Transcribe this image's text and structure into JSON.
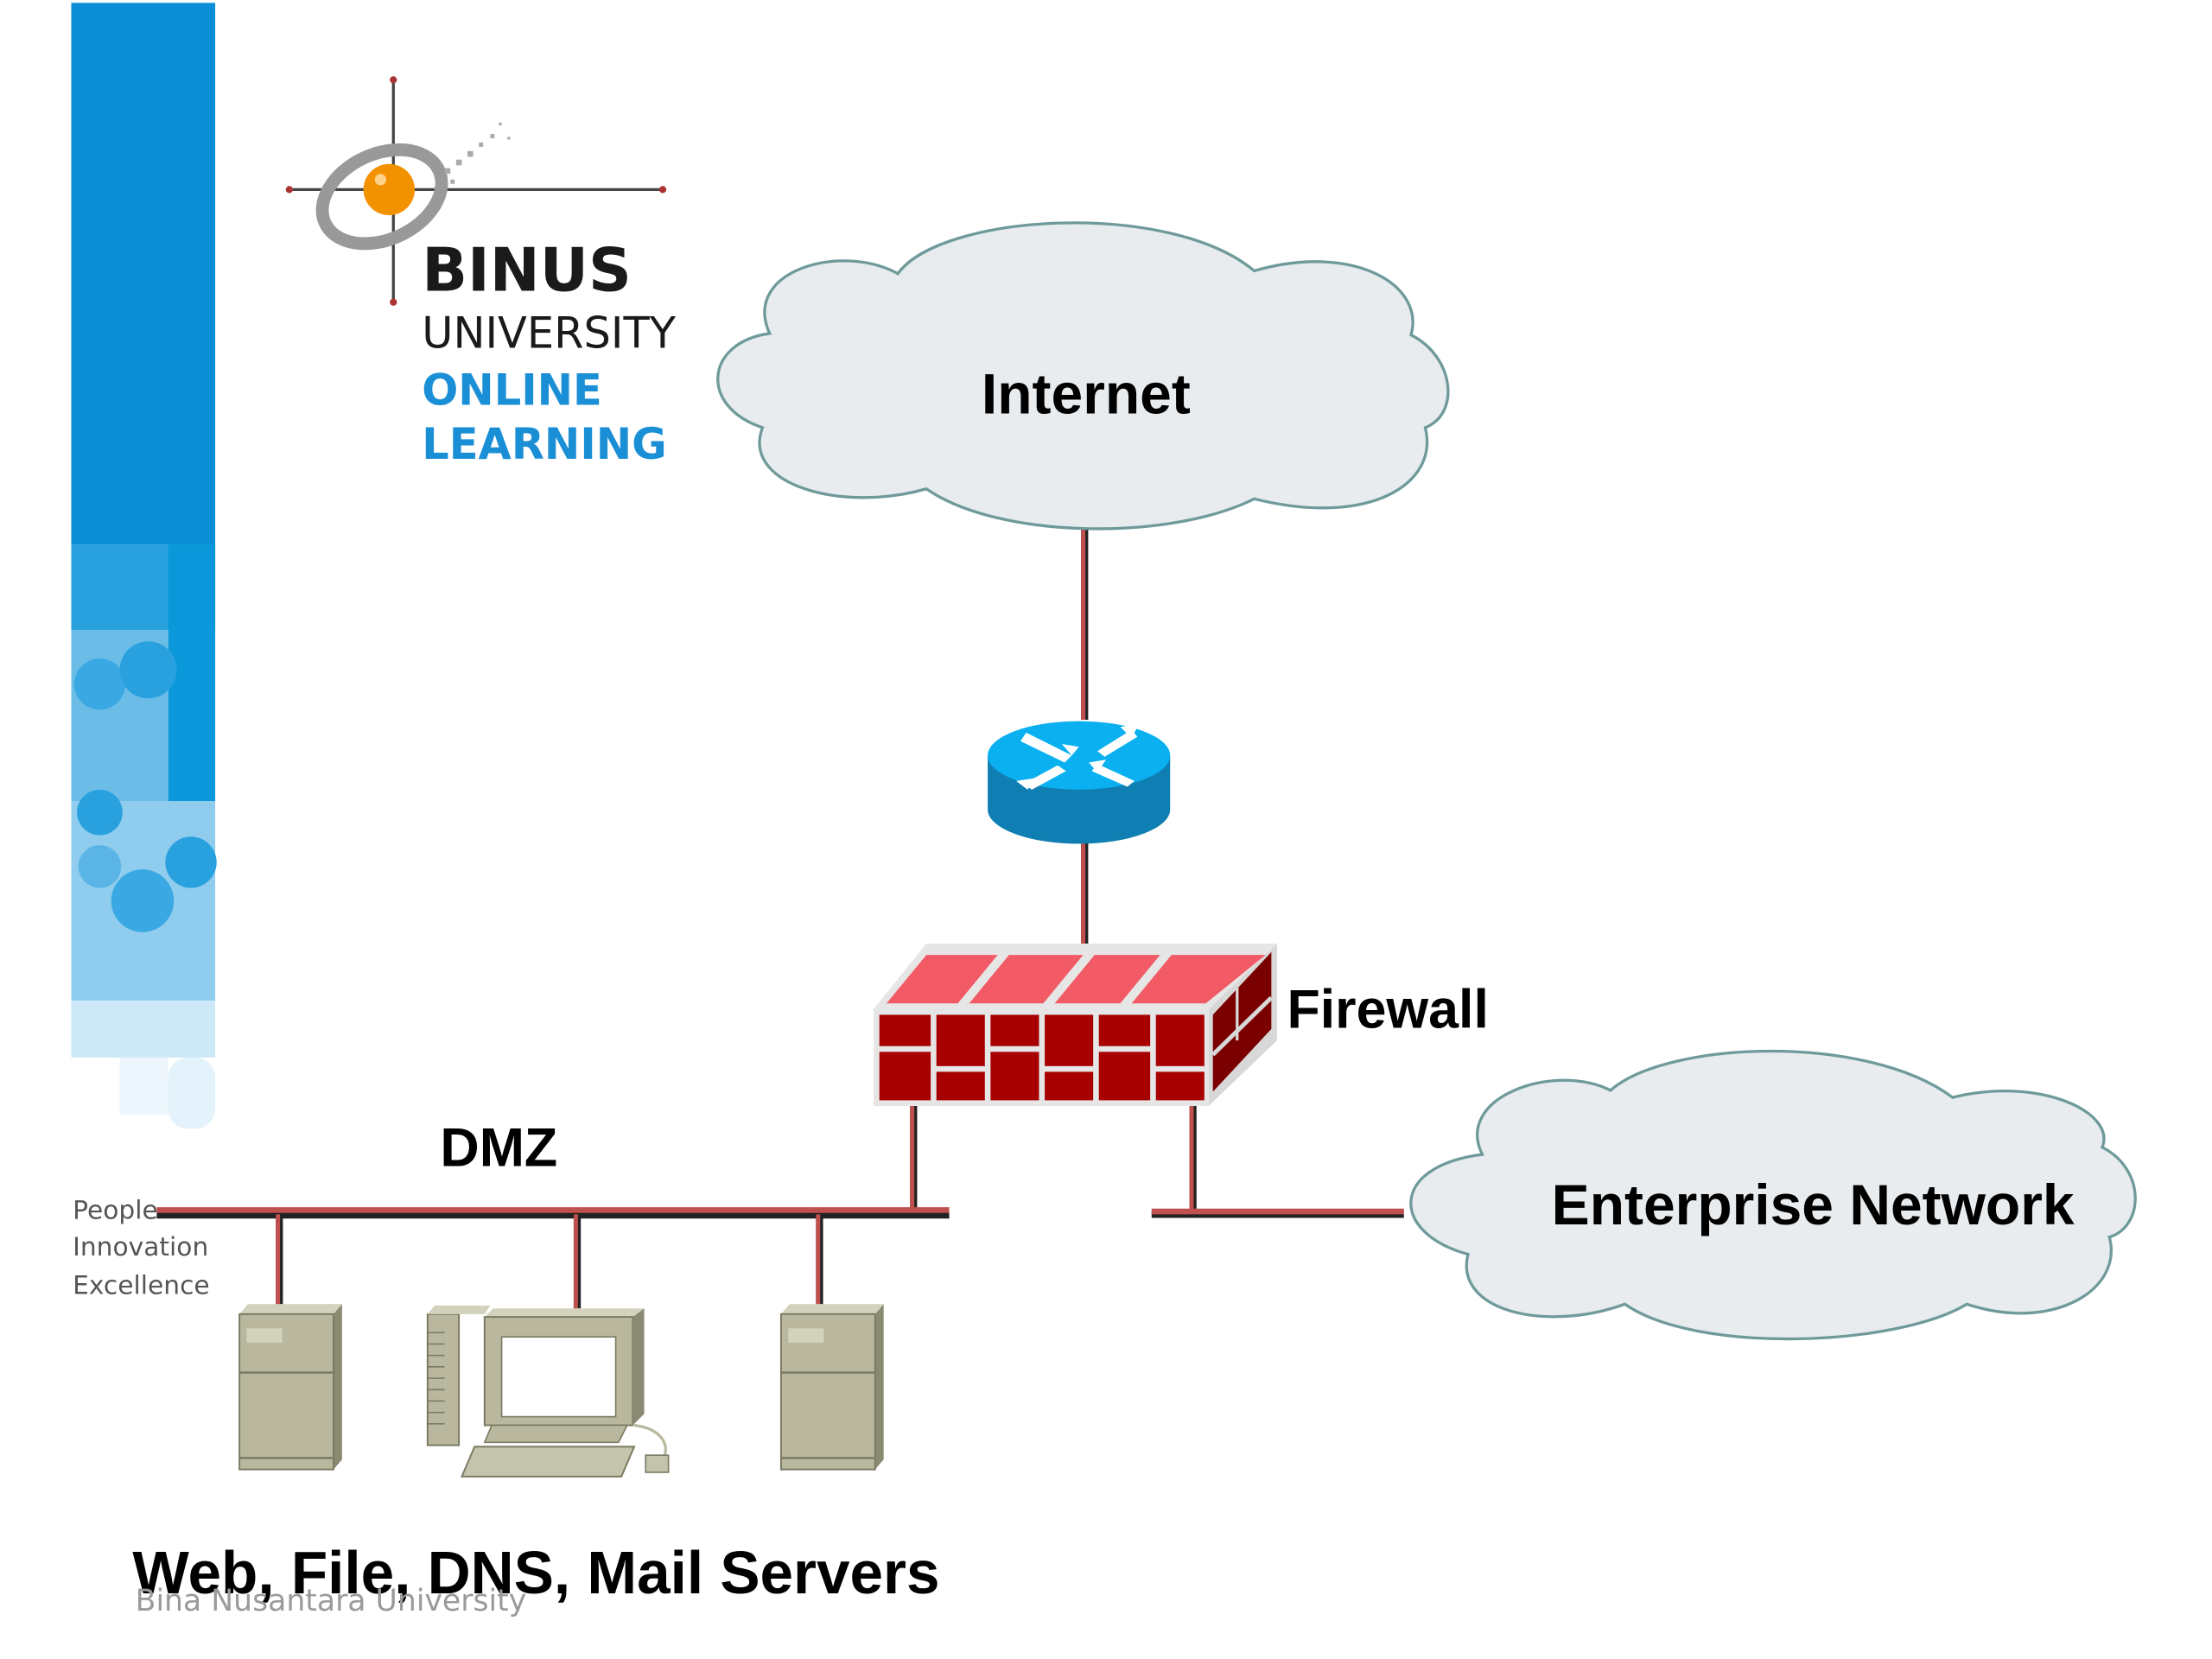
{
  "logo": {
    "brand": "BINUS",
    "line2": "UNIVERSITY",
    "line3": "ONLINE",
    "line4": "LEARNING",
    "accent_color": "#1a8fd6",
    "dot_color": "#f39200"
  },
  "tagline": [
    "People",
    "Innovation",
    "Excellence"
  ],
  "footer": "Bina Nusantara University",
  "diagram": {
    "internet_label": "Internet",
    "router_label": "",
    "firewall_label": "Firewall",
    "enterprise_label": "Enterprise Network",
    "dmz_label": "DMZ",
    "servers_caption": "Web, File, DNS, Mail Servers",
    "link_color": "#c0504d",
    "cloud_fill": "#e8ecee",
    "cloud_stroke": "#6f9a9a",
    "router_color": "#0aa7e0",
    "firewall_color": "#a50000",
    "server_color": "#b9b89f"
  }
}
